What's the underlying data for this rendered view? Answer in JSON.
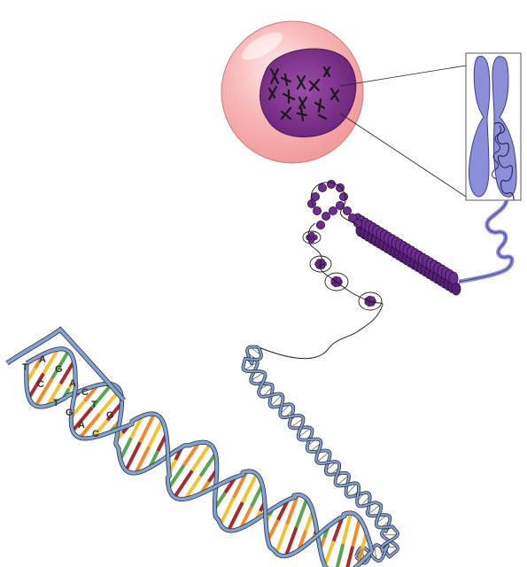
{
  "colors": {
    "cell_outer": "#f6a2a2",
    "cell_highlight": "#fde6e6",
    "nucleus": "#7b2e86",
    "chromosome": "#8c8fd8",
    "histone": "#6b2d8f",
    "dna_backbone": "#7fa3d6",
    "base_red": "#a82a2a",
    "base_yellow": "#f2c230",
    "base_green": "#56a84a",
    "base_orange": "#f08a2a",
    "line": "#222222"
  },
  "icons": [
    "cell-icon",
    "nucleus-icon",
    "chromosome-icon",
    "chromatin-fiber-icon",
    "nucleosome-icon",
    "dna-double-helix-icon"
  ],
  "bases": [
    {
      "pair": 1,
      "left": "T",
      "right": "A"
    },
    {
      "pair": 2,
      "left": "C",
      "right": "G"
    },
    {
      "pair": 3,
      "left": "",
      "right": "A"
    },
    {
      "pair": 4,
      "left": "T",
      "right": "C"
    },
    {
      "pair": 5,
      "left": "G",
      "right": "T"
    },
    {
      "pair": 6,
      "left": "A",
      "right": "G"
    },
    {
      "pair": 7,
      "left": "",
      "right": "C"
    }
  ]
}
